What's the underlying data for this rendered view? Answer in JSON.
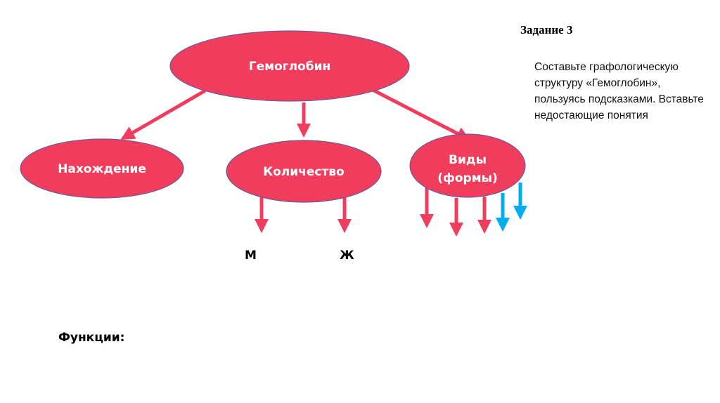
{
  "task": {
    "title": "Задание 3",
    "instruction": "Составьте графологическую структуру «Гемоглобин», пользуясь подсказками. Вставьте недостающие понятия"
  },
  "diagram": {
    "root": "Гемоглобин",
    "children": [
      {
        "label": "Нахождение"
      },
      {
        "label": "Количество",
        "sub": [
          "М",
          "Ж"
        ]
      },
      {
        "label_line1": "Виды",
        "label_line2": "(формы)"
      }
    ],
    "functions_label": "Функции:"
  },
  "colors": {
    "node": "#f03d5d",
    "arrow": "#f03d5d",
    "blue_arrow": "#00aeef"
  }
}
